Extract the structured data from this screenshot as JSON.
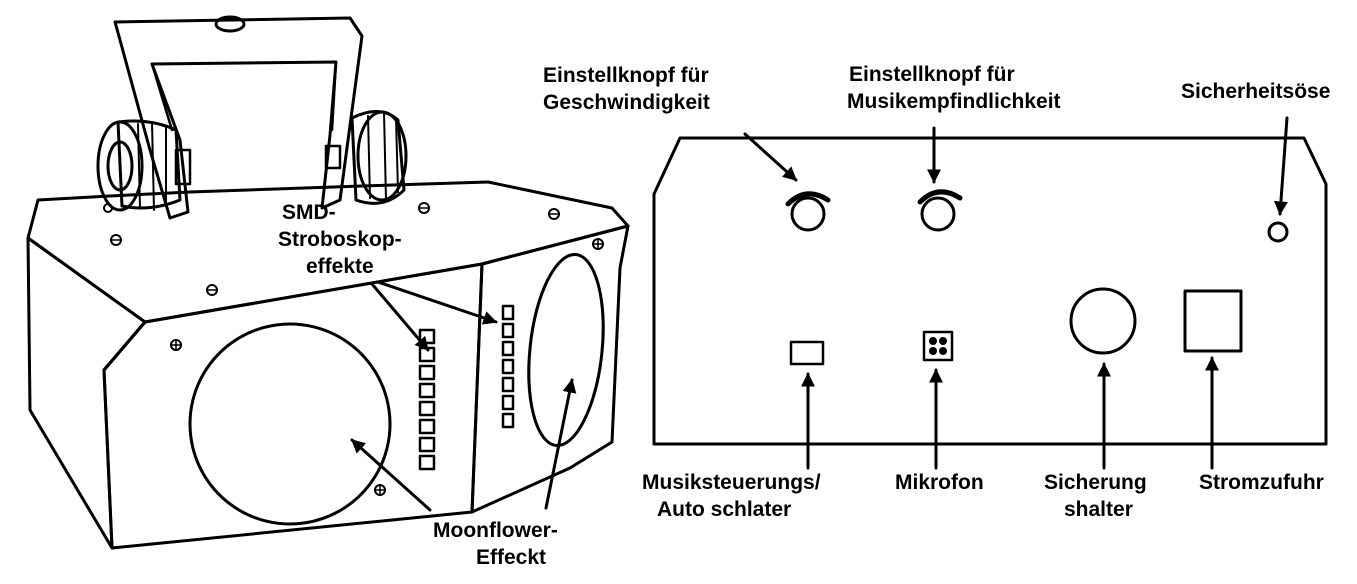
{
  "labels": {
    "smd_line1": "SMD-",
    "smd_line2": "Stroboskop-",
    "smd_line3": "effekte",
    "moon_line1": "Moonflower-",
    "moon_line2": "Effeckt",
    "speed_line1": "Einstellknopf für",
    "speed_line2": "Geschwindigkeit",
    "sens_line1": "Einstellknopf für",
    "sens_line2": "Musikempfindlichkeit",
    "safety": "Sicherheitsöse",
    "music_line1": "Musiksteuerungs/",
    "music_line2": "Auto schlater",
    "mic": "Mikrofon",
    "fuse_line1": "Sicherung",
    "fuse_line2": "shalter",
    "power": "Stromzufuhr"
  },
  "colors": {
    "ink": "#000000",
    "background": "#ffffff"
  }
}
